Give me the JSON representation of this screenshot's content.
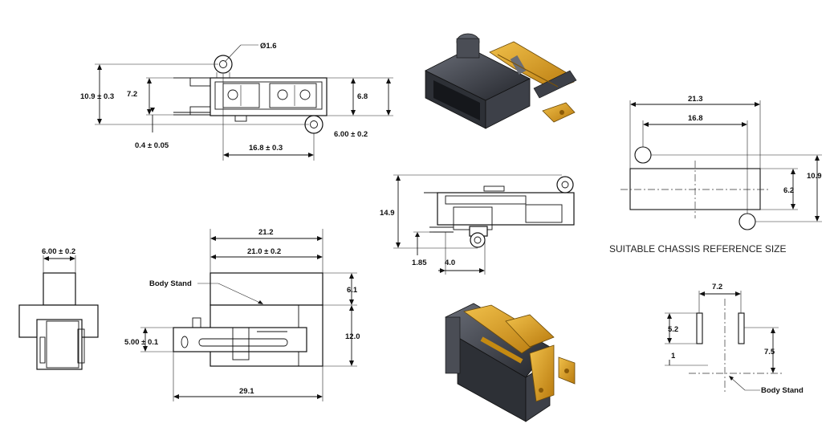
{
  "top_view": {
    "hole_dia": "Ø1.6",
    "height": "10.9 ± 0.3",
    "inner_height": "7.2",
    "right_height": "6.8",
    "lead_thickness": "0.4 ± 0.05",
    "hole_spacing": "16.8 ± 0.3",
    "right_offset": "6.00 ± 0.2"
  },
  "side_view": {
    "width": "6.00 ± 0.2"
  },
  "front_view": {
    "overall_top": "21.2",
    "inner_top": "21.0 ± 0.2",
    "body_stand_label": "Body Stand",
    "upper_height": "6.1",
    "body_height": "12.0",
    "tab_height": "5.00 ± 0.1",
    "overall_length": "29.1"
  },
  "mid_view": {
    "height": "14.9",
    "offset_a": "1.85",
    "offset_b": "4.0"
  },
  "chassis": {
    "outer_width": "21.3",
    "hole_spacing": "16.8",
    "overall_height": "10.9",
    "slot_height": "6.2",
    "caption": "SUITABLE CHASSIS REFERENCE SIZE"
  },
  "pcb_layout": {
    "pitch": "7.2",
    "slot_length": "5.2",
    "edge_offset": "1",
    "stand_offset": "7.5",
    "body_stand_label": "Body Stand"
  },
  "colors": {
    "metal": "#d99a1a",
    "housing": "#3b3e45",
    "line": "#111111"
  }
}
